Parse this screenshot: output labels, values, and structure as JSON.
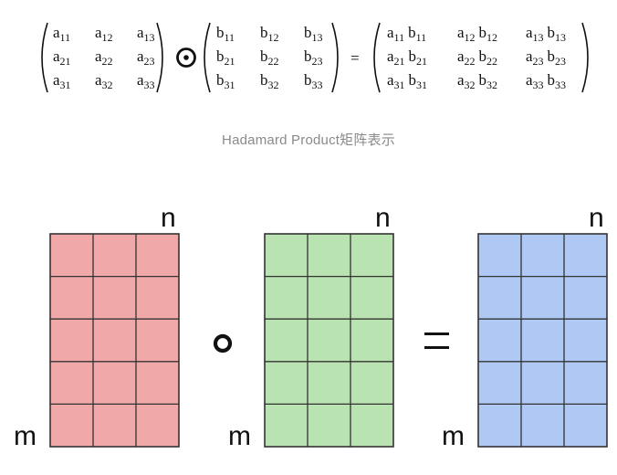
{
  "formula": {
    "matrix_a": [
      [
        "a",
        "11"
      ],
      [
        "a",
        "12"
      ],
      [
        "a",
        "13"
      ],
      [
        "a",
        "21"
      ],
      [
        "a",
        "22"
      ],
      [
        "a",
        "23"
      ],
      [
        "a",
        "31"
      ],
      [
        "a",
        "32"
      ],
      [
        "a",
        "33"
      ]
    ],
    "matrix_b": [
      [
        "b",
        "11"
      ],
      [
        "b",
        "12"
      ],
      [
        "b",
        "13"
      ],
      [
        "b",
        "21"
      ],
      [
        "b",
        "22"
      ],
      [
        "b",
        "23"
      ],
      [
        "b",
        "31"
      ],
      [
        "b",
        "32"
      ],
      [
        "b",
        "33"
      ]
    ],
    "operator": "⊙",
    "equals": "=",
    "result": [
      [
        [
          "a",
          "11"
        ],
        [
          "b",
          "11"
        ]
      ],
      [
        [
          "a",
          "12"
        ],
        [
          "b",
          "12"
        ]
      ],
      [
        [
          "a",
          "13"
        ],
        [
          "b",
          "13"
        ]
      ],
      [
        [
          "a",
          "21"
        ],
        [
          "b",
          "21"
        ]
      ],
      [
        [
          "a",
          "22"
        ],
        [
          "b",
          "22"
        ]
      ],
      [
        [
          "a",
          "23"
        ],
        [
          "b",
          "23"
        ]
      ],
      [
        [
          "a",
          "31"
        ],
        [
          "b",
          "31"
        ]
      ],
      [
        [
          "a",
          "32"
        ],
        [
          "b",
          "32"
        ]
      ],
      [
        [
          "a",
          "33"
        ],
        [
          "b",
          "33"
        ]
      ]
    ]
  },
  "caption": "Hadamard Product矩阵表示",
  "diagram": {
    "rows": 5,
    "cols": 3,
    "row_label": "m",
    "col_label": "n",
    "operator": "∘",
    "equals": "=",
    "colors": {
      "left": "#f1a8a8",
      "middle": "#b9e3b0",
      "right": "#afc8f4",
      "line": "#333333"
    }
  }
}
